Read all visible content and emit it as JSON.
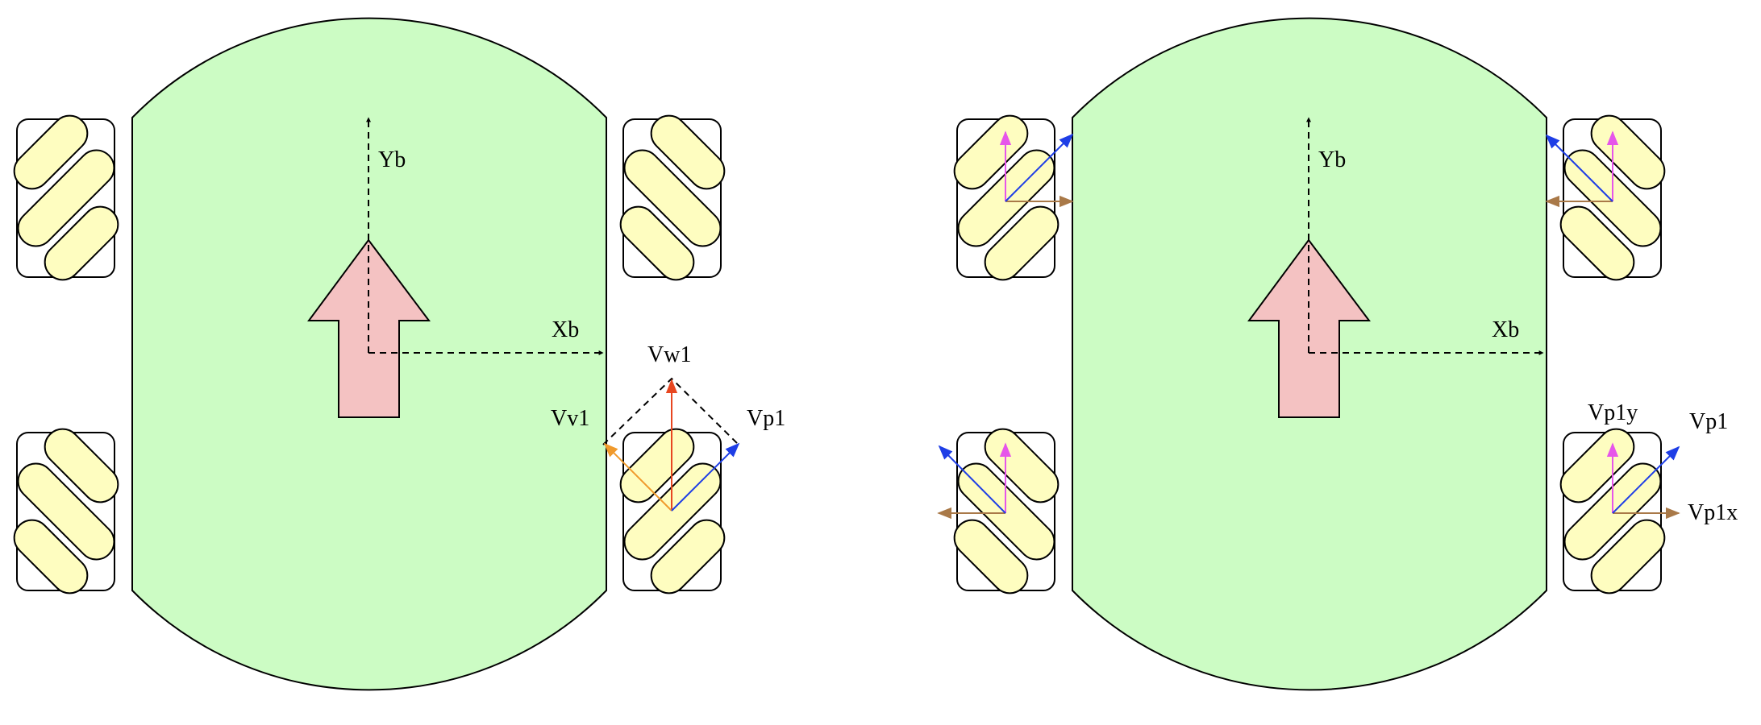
{
  "colors": {
    "body_fill": "#ccfcc4",
    "stroke": "#000000",
    "wheel_frame_fill": "#ffffff",
    "roller_fill": "#fefdc0",
    "direction_arrow_fill": "#f4c2c2",
    "axis_color": "#000000",
    "vw_color": "#e84620",
    "vv_color": "#f09a2c",
    "vp_color": "#1e3ee6",
    "vy_color": "#e655ea",
    "vx_color": "#a97948"
  },
  "panels": [
    {
      "id": "left",
      "axis_labels": {
        "y": "Yb",
        "x": "Xb"
      },
      "vector_labels": {
        "vw": "Vw1",
        "vv": "Vv1",
        "vp": "Vp1"
      }
    },
    {
      "id": "right",
      "axis_labels": {
        "y": "Yb",
        "x": "Xb"
      },
      "vector_labels": {
        "vp": "Vp1",
        "vy": "Vp1y",
        "vx": "Vp1x"
      }
    }
  ]
}
